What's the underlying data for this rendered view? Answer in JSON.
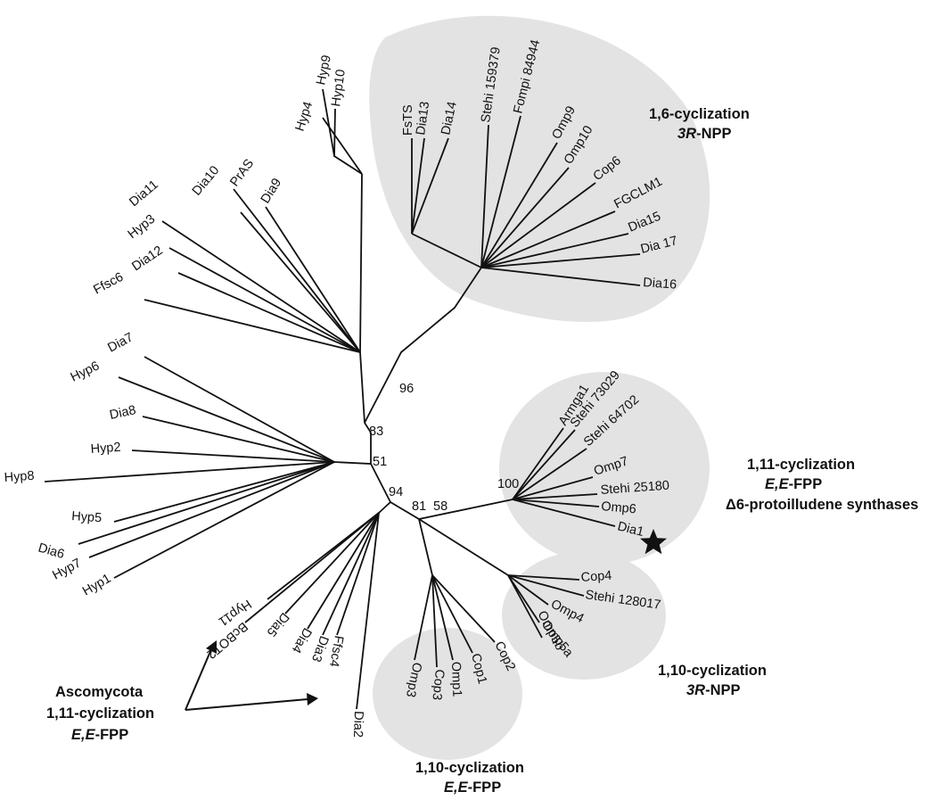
{
  "tree": {
    "leaves": {
      "fstss": "FsTS",
      "dia13": "Dia13",
      "dia14": "Dia14",
      "stehi159379": "Stehi 159379",
      "fompi84944": "Fompi 84944",
      "omp9": "Omp9",
      "omp10": "Omp10",
      "cop6": "Cop6",
      "fgclm1": "FGCLM1",
      "dia15": "Dia15",
      "dia17": "Dia 17",
      "dia16": "Dia16",
      "hyp10": "Hyp10",
      "hyp9": "Hyp9",
      "hyp4": "Hyp4",
      "dia9": "Dia9",
      "pras": "PrAS",
      "dia10": "Dia10",
      "dia11": "Dia11",
      "hyp3": "Hyp3",
      "dia12": "Dia12",
      "ffsc6": "Ffsc6",
      "dia7": "Dia7",
      "hyp6": "Hyp6",
      "dia8": "Dia8",
      "hyp2": "Hyp2",
      "hyp8": "Hyp8",
      "hyp5": "Hyp5",
      "dia6": "Dia6",
      "hyp7": "Hyp7",
      "hyp1": "Hyp1",
      "hyp11": "Hyp11",
      "bcbot2": "BcBOT2",
      "dia5": "Dia5",
      "dia4": "Dia4",
      "dia3": "Dia3",
      "ffsc4": "Ffsc4",
      "dia2": "Dia2",
      "omp3": "Omp3",
      "cop3": "Cop3",
      "omp1": "Omp1",
      "cop1": "Cop1",
      "cop2": "Cop2",
      "armga1": "Armga1",
      "stehi73029": "Stehi 73029",
      "stehi64702": "Stehi 64702",
      "omp7": "Omp7",
      "stehi25180": "Stehi 25180",
      "omp6": "Omp6",
      "dia1": "Dia1",
      "cop4": "Cop4",
      "stehi128017": "Stehi 128017",
      "omp4": "Omp4",
      "omp5a": "Omp5a",
      "omp5b": "Omp5b"
    },
    "bootstrap": {
      "b96": "96",
      "b83": "83",
      "b51": "51",
      "b94": "94",
      "b81": "81",
      "b58": "58",
      "b100": "100"
    }
  },
  "groups": {
    "g16": {
      "line1": "1,6-cyclization",
      "line2_italic": "3R",
      "line2_rest": "-NPP"
    },
    "g111": {
      "line1": "1,11-cyclization",
      "line2_italic": "E,E",
      "line2_rest": "-FPP",
      "line3": "Δ6-protoilludene synthases"
    },
    "g110_npp": {
      "line1": "1,10-cyclization",
      "line2_italic": "3R",
      "line2_rest": "-NPP"
    },
    "g110_fpp": {
      "line1": "1,10-cyclization",
      "line2_italic": "E,E",
      "line2_rest": "-FPP"
    },
    "asco": {
      "line1": "Ascomycota",
      "line2": "1,11-cyclization",
      "line3_italic": "E,E",
      "line3_rest": "-FPP"
    }
  },
  "colors": {
    "clade_fill": "#e3e3e3",
    "branch": "#111111"
  },
  "icons": {
    "star": "star-icon"
  }
}
